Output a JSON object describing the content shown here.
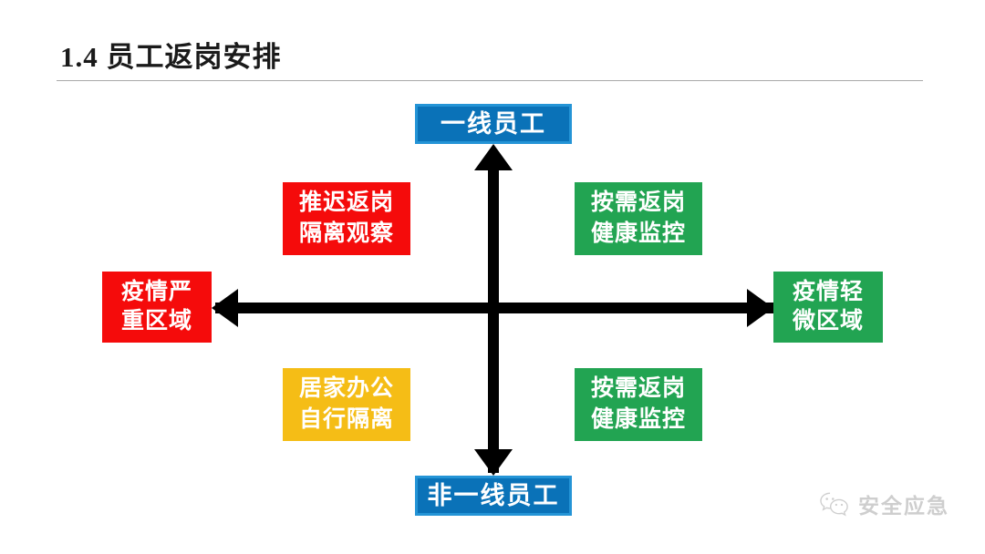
{
  "slide": {
    "title": "1.4 员工返岗安排"
  },
  "matrix": {
    "axes": {
      "vertical_top_label": "一线员工",
      "vertical_bottom_label": "非一线员工",
      "horizontal_left_label": [
        "疫情严",
        "重区域"
      ],
      "horizontal_right_label": [
        "疫情轻",
        "微区域"
      ],
      "arrow_up_icon": "arrow-up-icon",
      "arrow_down_icon": "arrow-down-icon",
      "arrow_left_icon": "arrow-left-icon",
      "arrow_right_icon": "arrow-right-icon"
    },
    "quadrants": [
      {
        "id": "q2",
        "position": "top-left",
        "lines": [
          "推迟返岗",
          "隔离观察"
        ],
        "color": "#f50b0b"
      },
      {
        "id": "q1",
        "position": "top-right",
        "lines": [
          "按需返岗",
          "健康监控"
        ],
        "color": "#22a452"
      },
      {
        "id": "q3",
        "position": "bottom-left",
        "lines": [
          "居家办公",
          "自行隔离"
        ],
        "color": "#f5bd16"
      },
      {
        "id": "q4",
        "position": "bottom-right",
        "lines": [
          "按需返岗",
          "健康监控"
        ],
        "color": "#22a452"
      }
    ]
  },
  "watermark": {
    "icon": "wechat-logo-icon",
    "text": "安全应急"
  },
  "colors": {
    "severe_red": "#f50b0b",
    "mild_green": "#22a452",
    "caution_amber": "#f5bd16",
    "axis_blue": "#0a72b8",
    "axis_blue_border": "#2494d6",
    "axis_black": "#000000",
    "rule_gray": "#a9a9a9",
    "background": "#ffffff"
  }
}
